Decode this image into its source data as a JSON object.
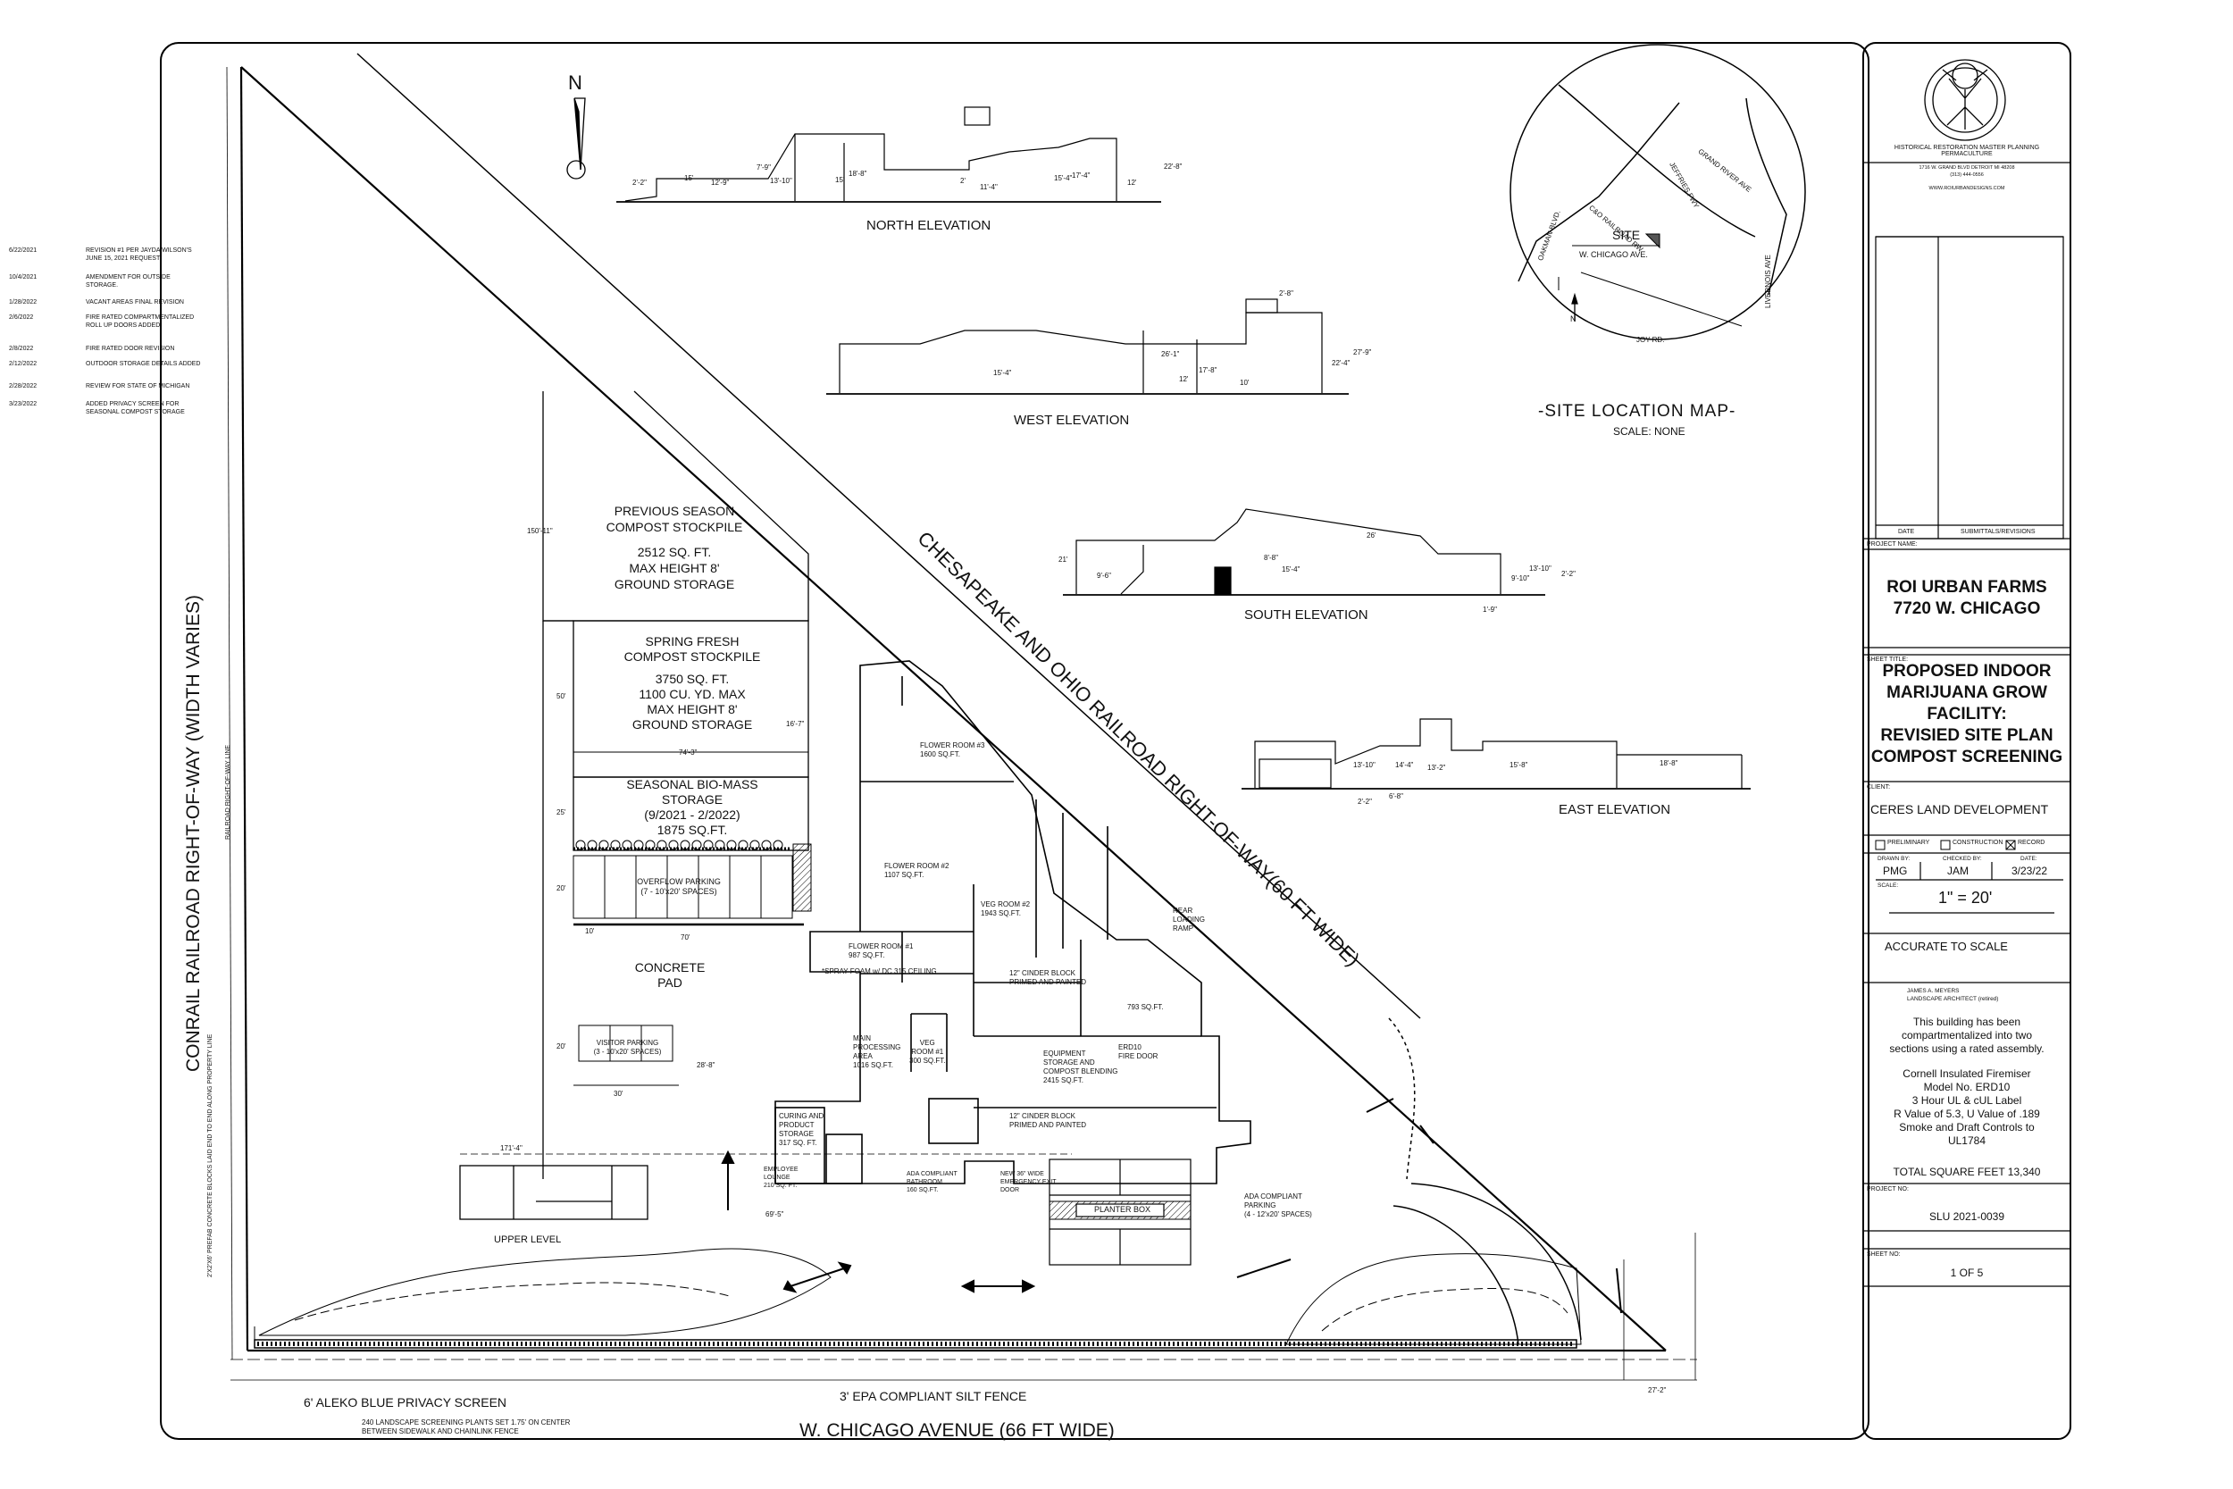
{
  "north_label": "N",
  "elevations": {
    "north": "NORTH ELEVATION",
    "west": "WEST ELEVATION",
    "south": "SOUTH ELEVATION",
    "east": "EAST ELEVATION",
    "north_dims": [
      "2'-2\"",
      "15'",
      "12'-9\"",
      "7'-9\"",
      "13'-10\"",
      "15'",
      "18'-8\"",
      "2'",
      "11'-4\"",
      "15'-4\"",
      "17'-4\"",
      "12'",
      "22'-8\""
    ],
    "west_dims": [
      "15'-4\"",
      "26'-1\"",
      "12'",
      "17'-8\"",
      "10'",
      "22'-4\"",
      "27'-9\"",
      "2'-8\""
    ],
    "south_dims": [
      "21'",
      "9'-6\"",
      "8'-8\"",
      "15'-4\"",
      "26'",
      "13'-10\"",
      "2'-2\"",
      "9'-10\"",
      "1'-9\""
    ],
    "east_dims": [
      "13'-10\"",
      "14'-4\"",
      "13'-2\"",
      "2'-2\"",
      "6'-8\"",
      "15'-8\"",
      "18'-8\""
    ]
  },
  "site_map": {
    "title": "-SITE LOCATION MAP-",
    "scale": "SCALE: NONE",
    "site": "SITE",
    "chicago": "W. CHICAGO AVE.",
    "cao": "C&O RAILROAD RW",
    "grand": "GRAND RIVER AVE",
    "jeffries": "JEFFRIES FWY",
    "oakman": "OAKMAN BLVD.",
    "livernois": "LIVERNOIS AVE",
    "joy": "JOY RD.",
    "n": "N"
  },
  "plan": {
    "conrail": "CONRAIL RAILROAD RIGHT-OF-WAY (WIDTH VARIES)",
    "railroad_line": "RAILROAD RIGHT-OF-WAY LINE",
    "chesapeake": "CHESAPEAKE AND OHIO RAILROAD RIGHT-OF-WAY(60 FT WIDE)",
    "chicago_ave": "W. CHICAGO AVENUE  (66 FT WIDE)",
    "privacy_screen": "6' ALEKO BLUE PRIVACY SCREEN",
    "silt_fence": "3' EPA COMPLIANT SILT FENCE",
    "screening_plants": [
      "240 LANDSCAPE SCREENING PLANTS SET 1.75' ON CENTER",
      "BETWEEN SIDEWALK AND CHAINLINK FENCE"
    ],
    "prefab": "2'X2'X6' PREFAB CONCRETE BLOCKS LAID END TO END ALONG PROPERTY LINE",
    "upper_level": "UPPER LEVEL",
    "concrete_pad": [
      "CONCRETE",
      "PAD"
    ],
    "prev_compost": [
      "PREVIOUS SEASON",
      "COMPOST STOCKPILE",
      "",
      "2512 SQ. FT.",
      "MAX HEIGHT 8'",
      "GROUND STORAGE"
    ],
    "spring_compost": [
      "SPRING FRESH",
      "COMPOST STOCKPILE",
      "",
      "3750 SQ. FT.",
      "1100 CU. YD. MAX",
      "MAX HEIGHT 8'",
      "GROUND STORAGE"
    ],
    "biomass": [
      "SEASONAL BIO-MASS",
      "STORAGE",
      "(9/2021 - 2/2022)",
      "1875 SQ.FT."
    ],
    "overflow": [
      "OVERFLOW PARKING",
      "(7 - 10'x20' SPACES)"
    ],
    "visitor": [
      "VISITOR PARKING",
      "(3 - 10'x20' SPACES)"
    ],
    "ada_parking": [
      "ADA COMPLIANT",
      "PARKING",
      "(4 - 12'x20' SPACES)"
    ],
    "planter": "PLANTER BOX",
    "rooms": {
      "flower3": [
        "FLOWER ROOM #3",
        "1600 SQ.FT."
      ],
      "flower2": [
        "FLOWER ROOM #2",
        "1107 SQ.FT."
      ],
      "flower1": [
        "FLOWER ROOM #1",
        "987 SQ.FT."
      ],
      "veg2": [
        "VEG ROOM #2",
        "1943 SQ.FT."
      ],
      "veg1": [
        "VEG",
        "ROOM #1",
        "300 SQ.FT."
      ],
      "main_proc": [
        "MAIN",
        "PROCESSING",
        "AREA",
        "1016 SQ.FT."
      ],
      "equipment": [
        "EQUIPMENT",
        "STORAGE AND",
        "COMPOST BLENDING",
        "2415 SQ.FT."
      ],
      "curing": [
        "CURING AND",
        "PRODUCT",
        "STORAGE",
        "317 SQ. FT."
      ],
      "cinder1": [
        "12\" CINDER BLOCK",
        "PRIMED AND PAINTED"
      ],
      "cinder2": [
        "12\" CINDER BLOCK",
        "PRIMED AND PAINTED"
      ],
      "spray": "*SPRAY FOAM w/ DC 315 CEILING",
      "erd": [
        "ERD10",
        "FIRE DOOR"
      ],
      "ramp": [
        "REAR",
        "LOADING",
        "RAMP"
      ],
      "employee": [
        "EMPLOYEE",
        "LOUNGE",
        "210 SQ. FT."
      ],
      "ada_bath": [
        "ADA COMPLIANT",
        "BATHROOM",
        "160 SQ.FT."
      ],
      "exit_door": [
        "NEW 36\" WIDE",
        "EMERGENCY EXIT",
        "DOOR"
      ],
      "sqft_793": "793 SQ.FT."
    },
    "dims": {
      "d150": "150'-11\"",
      "d50": "50'",
      "d25": "25'",
      "d20a": "20'",
      "d20b": "20'",
      "d743": "74'-3\"",
      "d70": "70'",
      "d10": "10'",
      "d30": "30'",
      "d286": "28'-8\"",
      "d1714": "171'-4\"",
      "d695": "69'-5\"",
      "d272": "27'-2\"",
      "d167": "16'-7\""
    }
  },
  "title_block": {
    "firm_tagline": "HISTORICAL RESTORATION  MASTER PLANNING  PERMACULTURE",
    "firm_address": "1716 W. GRAND BLVD   DETROIT MI 48208",
    "firm_phone": "(313) 444-0556",
    "firm_web": "WWW.ROIURBANDESIGNS.COM",
    "revisions": [
      {
        "date": "6/22/2021",
        "text": "REVISION #1 PER JAYDA WILSON'S JUNE 15, 2021 REQUEST."
      },
      {
        "date": "10/4/2021",
        "text": "AMENDMENT FOR OUTSIDE STORAGE."
      },
      {
        "date": "1/28/2022",
        "text": "VACANT AREAS FINAL REVISION"
      },
      {
        "date": "2/6/2022",
        "text": "FIRE RATED COMPARTMENTALIZED ROLL UP DOORS ADDED"
      },
      {
        "date": "2/8/2022",
        "text": "FIRE RATED DOOR REVISION"
      },
      {
        "date": "2/12/2022",
        "text": "OUTDOOR STORAGE DETAILS ADDED"
      },
      {
        "date": "2/28/2022",
        "text": "REVIEW FOR STATE OF MICHIGAN"
      },
      {
        "date": "3/23/2022",
        "text": "ADDED PRIVACY SCREEN FOR SEASONAL COMPOST STORAGE"
      }
    ],
    "rev_date_hdr": "DATE",
    "rev_sub_hdr": "SUBMITTALS/REVISIONS",
    "project_name_lbl": "PROJECT NAME:",
    "project_name": [
      "ROI URBAN FARMS",
      "7720 W. CHICAGO"
    ],
    "sheet_title_lbl": "SHEET TITLE:",
    "sheet_title": [
      "PROPOSED INDOOR",
      "MARIJUANA GROW",
      "FACILITY:",
      "REVISIED SITE PLAN",
      "COMPOST SCREENING"
    ],
    "client_lbl": "CLIENT:",
    "client": "CERES LAND DEVELOPMENT",
    "check_prelim": "PRELIMINARY",
    "check_constr": "CONSTRUCTION",
    "check_record": "RECORD",
    "drawn_lbl": "DRAWN BY:",
    "drawn": "PMG",
    "checked_lbl": "CHECKED BY:",
    "checked": "JAM",
    "date_lbl": "DATE:",
    "date": "3/23/22",
    "scale_lbl": "SCALE:",
    "scale": "1\" = 20'",
    "accurate": "ACCURATE TO SCALE",
    "architect": [
      "JAMES A. MEYERS",
      "LANDSCAPE ARCHITECT (retired)"
    ],
    "note": [
      "This building has been",
      "compartmentalized into two",
      "sections using a rated assembly."
    ],
    "firemiser": [
      "Cornell Insulated Firemiser",
      "Model No. ERD10",
      "3 Hour UL & cUL Label",
      "R Value of 5.3,  U Value of .189",
      "Smoke and Draft Controls to",
      "UL1784"
    ],
    "total_sqft": "TOTAL SQUARE FEET 13,340",
    "project_no_lbl": "PROJECT NO:",
    "project_no": "SLU 2021-0039",
    "sheet_no_lbl": "SHEET NO:",
    "sheet_no": "1 OF 5"
  }
}
